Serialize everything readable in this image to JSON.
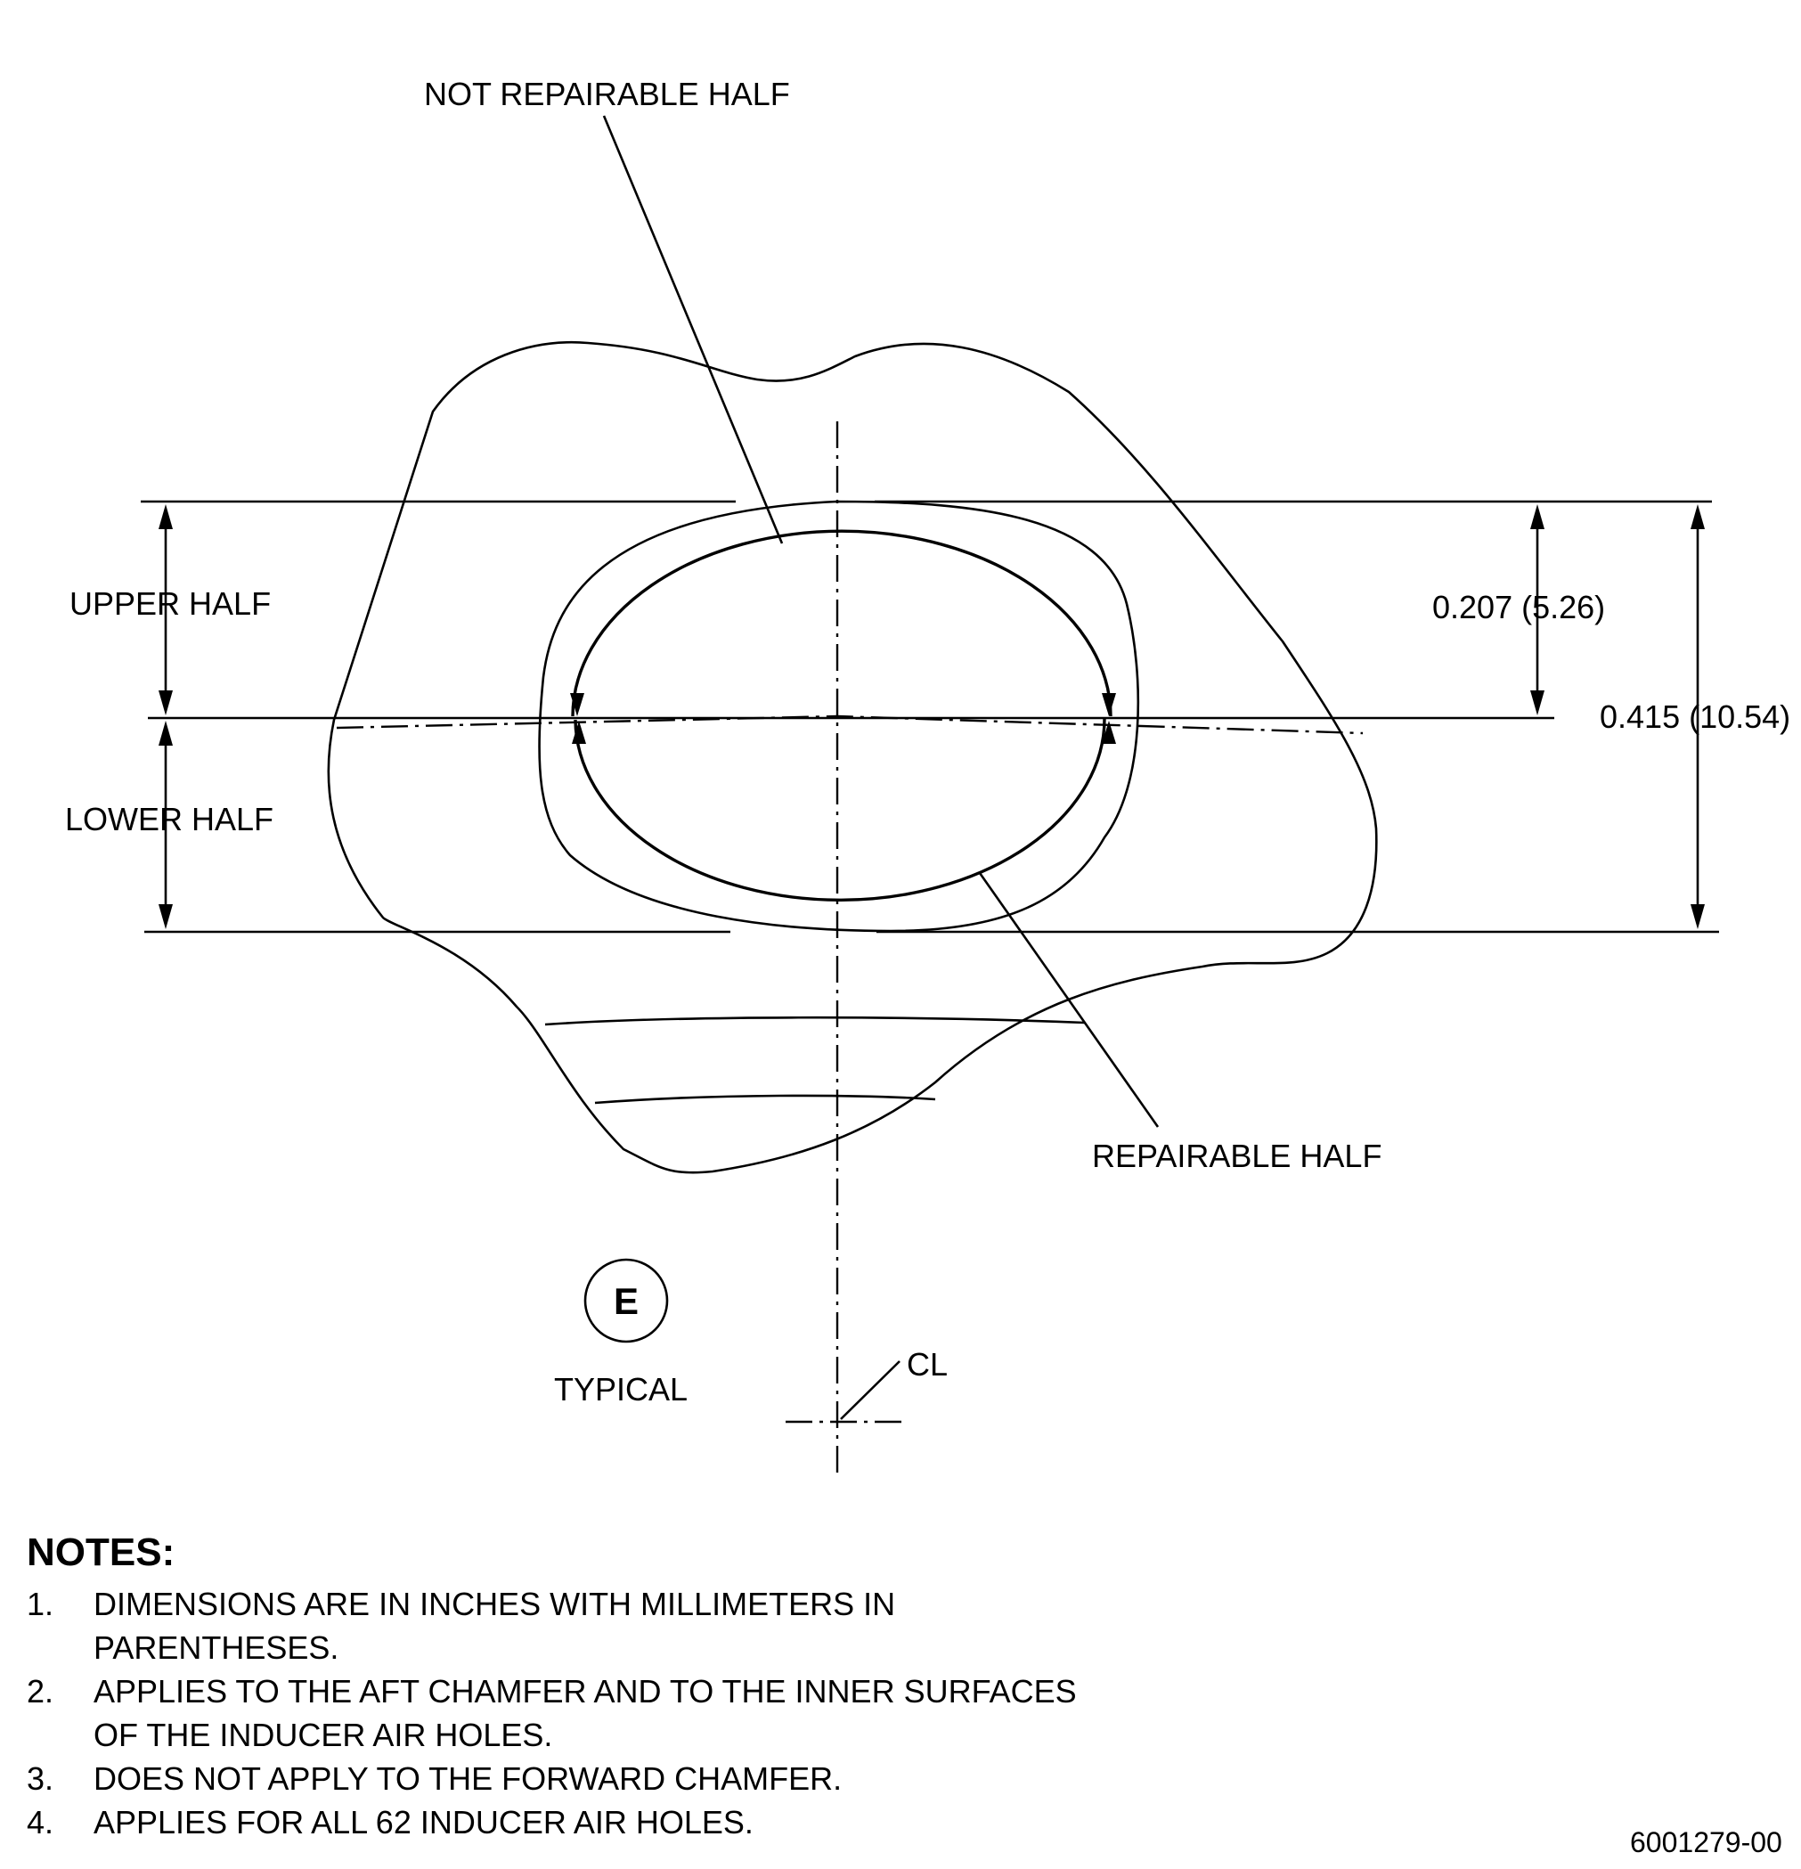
{
  "labels": {
    "not_repairable": "NOT REPAIRABLE HALF",
    "repairable": "REPAIRABLE HALF",
    "upper_half": "UPPER HALF",
    "lower_half": "LOWER HALF",
    "dim_half": "0.207 (5.26)",
    "dim_full": "0.415 (10.54)",
    "detail_letter": "E",
    "typical": "TYPICAL",
    "centerline": "CL"
  },
  "notes": {
    "title": "NOTES:",
    "items": [
      {
        "num": "1.",
        "line1": "DIMENSIONS ARE IN INCHES WITH MILLIMETERS IN",
        "line2": "PARENTHESES."
      },
      {
        "num": "2.",
        "line1": "APPLIES TO THE AFT CHAMFER AND TO THE INNER SURFACES",
        "line2": "OF THE INDUCER AIR HOLES."
      },
      {
        "num": "3.",
        "line1": "DOES NOT APPLY TO THE FORWARD CHAMFER.",
        "line2": ""
      },
      {
        "num": "4.",
        "line1": "APPLIES FOR ALL 62 INDUCER AIR HOLES.",
        "line2": ""
      }
    ]
  },
  "drawing_number": "6001279-00"
}
